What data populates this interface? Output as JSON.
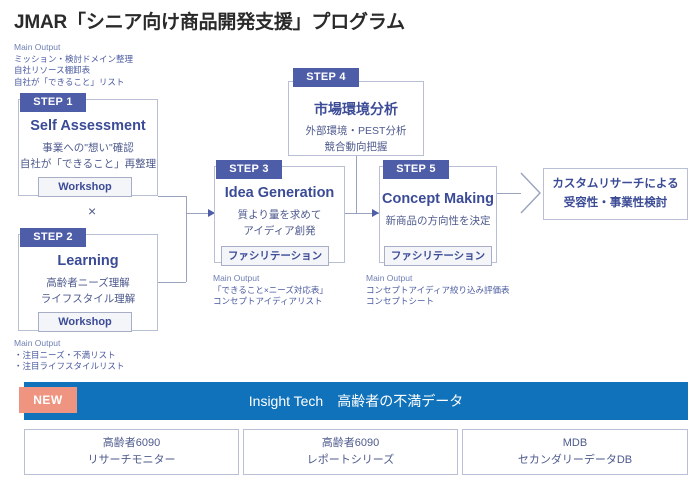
{
  "title": "JMAR「シニア向け商品開発支援」プログラム",
  "notes": {
    "top_left": {
      "head": "Main Output",
      "lines": [
        "ミッション・検討ドメイン整理",
        "自社リソース棚卸表",
        "自社が「できること」リスト"
      ]
    },
    "bottom_left": {
      "head": "Main Output",
      "lines": [
        "・注目ニーズ・不満リスト",
        "・注目ライフスタイルリスト"
      ]
    },
    "step3": {
      "head": "Main Output",
      "lines": [
        "「できること×ニーズ対応表」",
        "コンセプトアイディアリスト"
      ]
    },
    "step5": {
      "head": "Main Output",
      "lines": [
        "コンセプトアイディア絞り込み評価表",
        "コンセプトシート"
      ]
    }
  },
  "steps": [
    {
      "badge": "STEP 1",
      "title": "Self Assessment",
      "title_lang": "en",
      "lines": [
        "事業への\"想い\"確認",
        "自社が「できること」再整理"
      ],
      "tag": "Workshop",
      "tag_lang": "en"
    },
    {
      "badge": "STEP 2",
      "title": "Learning",
      "title_lang": "en",
      "lines": [
        "高齢者ニーズ理解",
        "ライフスタイル理解"
      ],
      "tag": "Workshop",
      "tag_lang": "en"
    },
    {
      "badge": "STEP 3",
      "title": "Idea Generation",
      "title_lang": "en",
      "lines": [
        "質より量を求めて",
        "アイディア創発"
      ],
      "tag": "ファシリテーション",
      "tag_lang": "jp"
    },
    {
      "badge": "STEP 4",
      "title": "市場環境分析",
      "title_lang": "jp",
      "lines": [
        "外部環境・PEST分析",
        "競合動向把握"
      ],
      "tag": "",
      "tag_lang": "jp"
    },
    {
      "badge": "STEP 5",
      "title": "Concept Making",
      "title_lang": "en",
      "lines": [
        "新商品の方向性を決定"
      ],
      "tag": "ファシリテーション",
      "tag_lang": "jp"
    }
  ],
  "operator": "×",
  "result": {
    "line1": "カスタムリサーチによる",
    "line2": "受容性・事業性検討"
  },
  "band": {
    "new_badge": "NEW",
    "label": "Insight Tech　高齢者の不満データ"
  },
  "data_sources": [
    {
      "line1": "高齢者6090",
      "line2": "リサーチモニター"
    },
    {
      "line1": "高齢者6090",
      "line2": "レポートシリーズ"
    },
    {
      "line1": "MDB",
      "line2": "セカンダリーデータDB"
    }
  ],
  "colors": {
    "badge_blue": "#4e5da8",
    "title_blue": "#3b4b96",
    "band_blue": "#1072ba",
    "new_coral": "#ef9480",
    "border_gray": "#b9bfd4"
  }
}
